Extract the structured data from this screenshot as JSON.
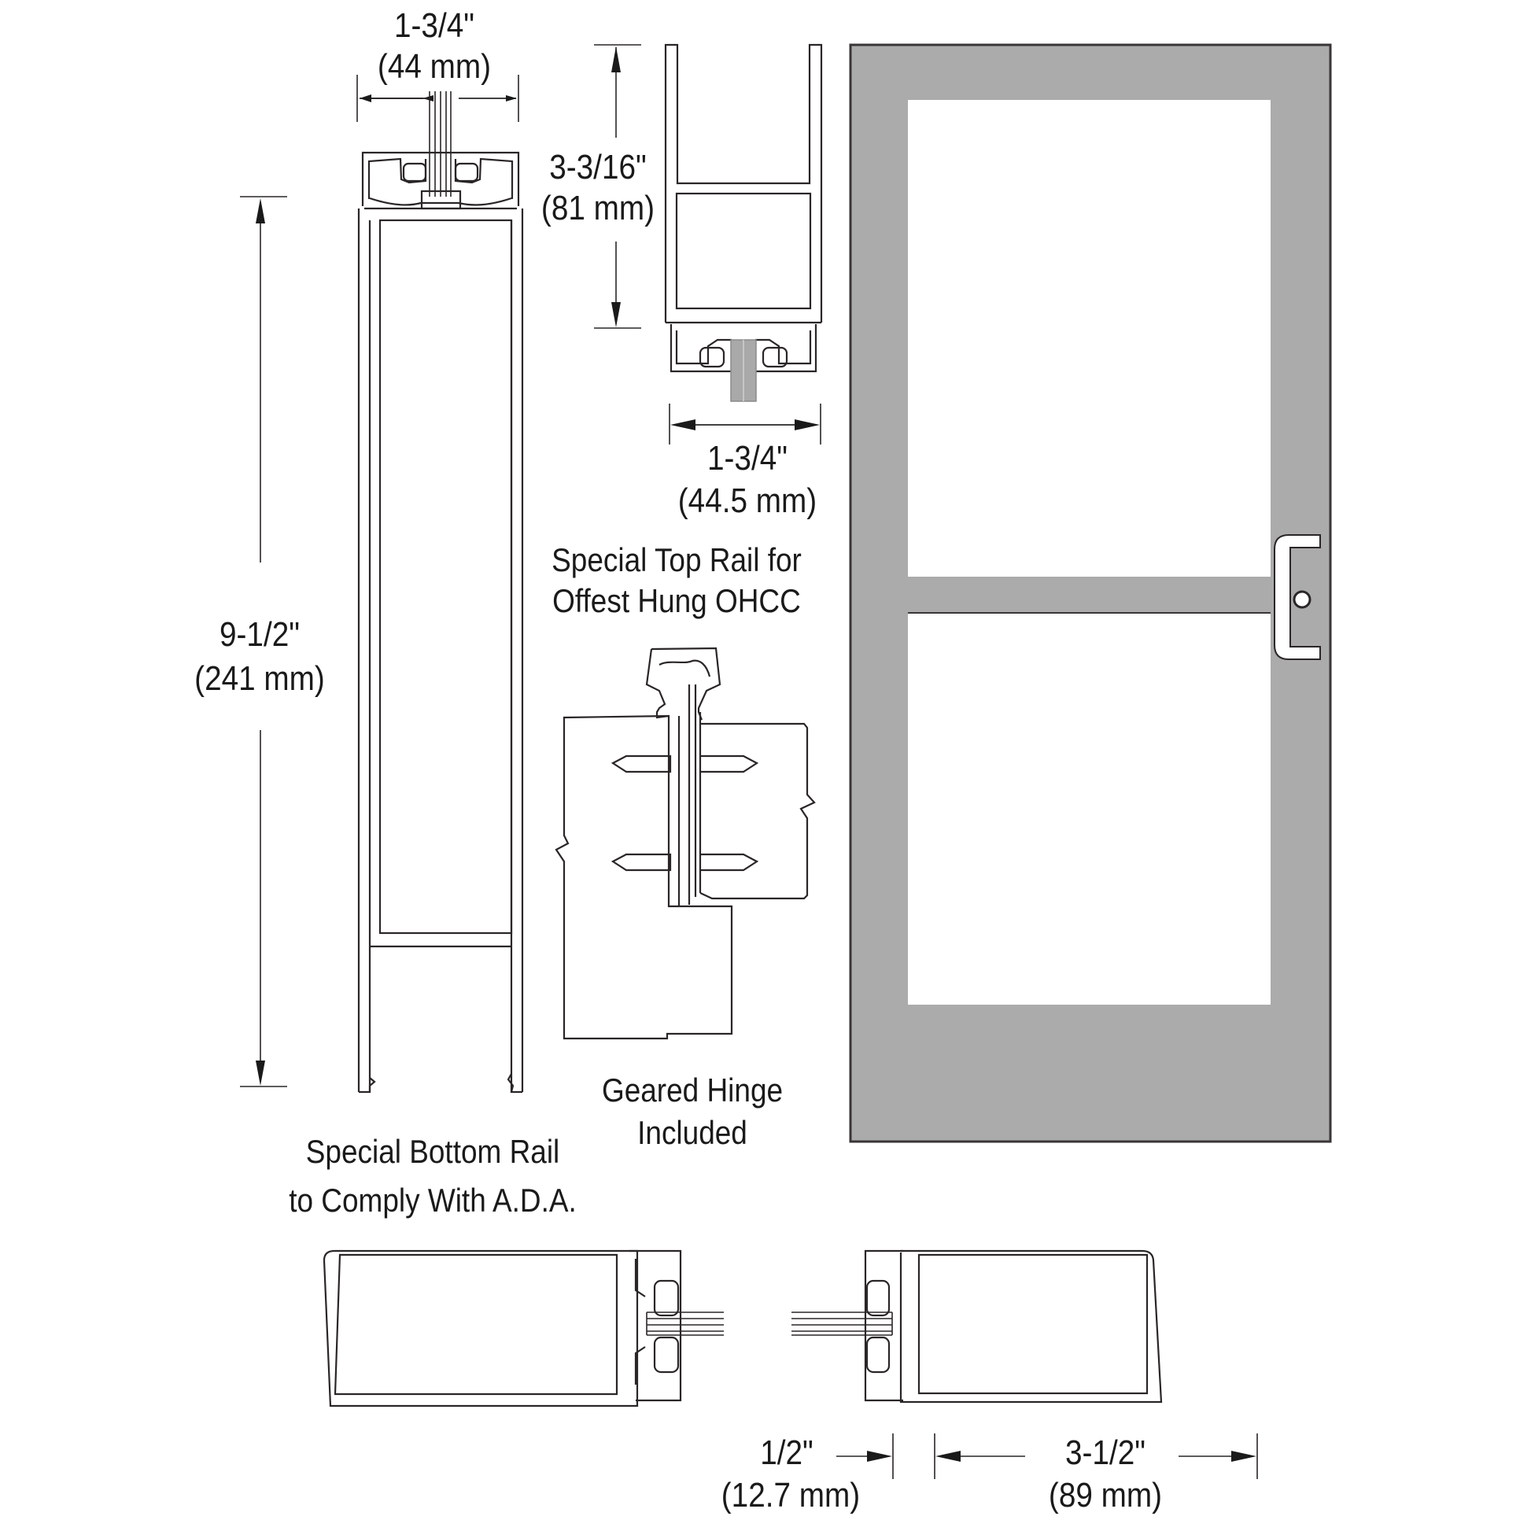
{
  "title": "Door profile technical drawing",
  "colors": {
    "line": "#2a2628",
    "door_frame": "#ababab",
    "door_edge": "#3a3537",
    "glass": "#ffffff",
    "background": "#ffffff"
  },
  "top_left_profile": {
    "width_dim": {
      "imperial": "1-3/4\"",
      "metric": "(44 mm)"
    },
    "height_dim": {
      "imperial": "9-1/2\"",
      "metric": "(241 mm)"
    },
    "caption": [
      "Special Bottom Rail",
      "to Comply With A.D.A."
    ]
  },
  "top_rail_profile": {
    "height_dim": {
      "imperial": "3-3/16\"",
      "metric": "(81 mm)"
    },
    "width_dim": {
      "imperial": "1-3/4\"",
      "metric": "(44.5 mm)"
    },
    "caption": [
      "Special Top Rail for",
      "Offest Hung OHCC"
    ]
  },
  "hinge": {
    "caption": [
      "Geared Hinge",
      "Included"
    ]
  },
  "door_elevation": {
    "panels": 2,
    "handle": "pull-handle-with-lock"
  },
  "stile_section": {
    "left_dim": {
      "imperial": "1/2\"",
      "metric": "(12.7 mm)"
    },
    "right_dim": {
      "imperial": "3-1/2\"",
      "metric": "(89 mm)"
    }
  }
}
